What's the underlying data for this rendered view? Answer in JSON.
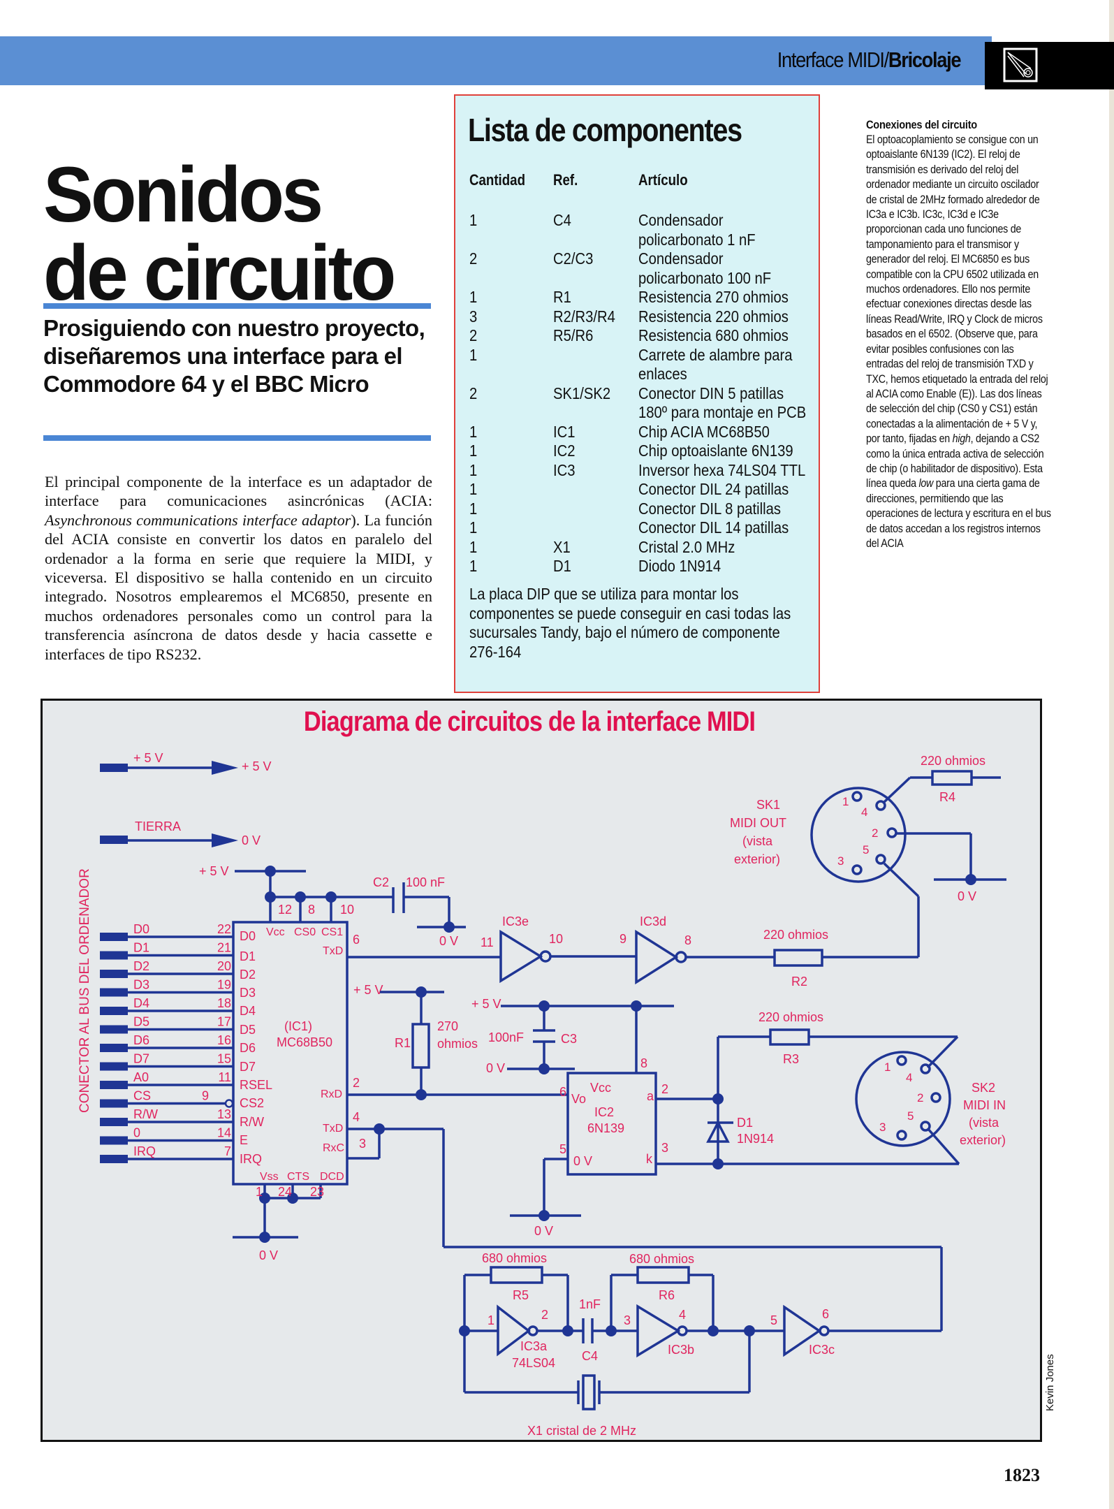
{
  "header": {
    "section": "Interface MIDI/",
    "category": "Bricolaje",
    "section_icon": "scissors-icon"
  },
  "article": {
    "title_line1": "Sonidos",
    "title_line2": "de circuito",
    "standfirst": "Prosiguiendo con nuestro proyecto, diseñaremos una interface para el Commodore 64 y el BBC Micro",
    "body_p1_a": "El principal componente de la interface es un adaptador de interface para comunicaciones asincrónicas (ACIA: ",
    "body_p1_italic": "Asynchronous communications interface adaptor",
    "body_p1_b": "). La función del ACIA consiste en convertir los datos en paralelo del ordenador a la forma en serie que requiere la MIDI, y viceversa. El dispositivo se halla contenido en un circuito integrado. Nosotros emplearemos el MC6850, presente en muchos ordenadores personales como un control para la transferencia asíncrona de datos desde y hacia cassette e interfaces de tipo RS232."
  },
  "components": {
    "title": "Lista de componentes",
    "headers": {
      "qty": "Cantidad",
      "ref": "Ref.",
      "item": "Artículo"
    },
    "rows": [
      {
        "qty": "1",
        "ref": "C4",
        "item": "Condensador",
        "item2": "policarbonato 1 nF"
      },
      {
        "qty": "2",
        "ref": "C2/C3",
        "item": "Condensador",
        "item2": "policarbonato 100 nF"
      },
      {
        "qty": "1",
        "ref": "R1",
        "item": "Resistencia 270 ohmios"
      },
      {
        "qty": "3",
        "ref": "R2/R3/R4",
        "item": "Resistencia 220 ohmios"
      },
      {
        "qty": "2",
        "ref": "R5/R6",
        "item": "Resistencia 680 ohmios"
      },
      {
        "qty": "1",
        "ref": "",
        "item": "Carrete de alambre para",
        "item2": "enlaces"
      },
      {
        "qty": "2",
        "ref": "SK1/SK2",
        "item": "Conector DIN 5 patillas",
        "item2": "180º para montaje en PCB"
      },
      {
        "qty": "1",
        "ref": "IC1",
        "item": "Chip ACIA MC68B50"
      },
      {
        "qty": "1",
        "ref": "IC2",
        "item": "Chip optoaislante 6N139"
      },
      {
        "qty": "1",
        "ref": "IC3",
        "item": "Inversor hexa 74LS04 TTL"
      },
      {
        "qty": "1",
        "ref": "",
        "item": "Conector DIL 24 patillas"
      },
      {
        "qty": "1",
        "ref": "",
        "item": "Conector DIL 8 patillas"
      },
      {
        "qty": "1",
        "ref": "",
        "item": "Conector DIL 14 patillas"
      },
      {
        "qty": "1",
        "ref": "X1",
        "item": "Cristal 2.0 MHz"
      },
      {
        "qty": "1",
        "ref": "D1",
        "item": "Diodo 1N914"
      }
    ],
    "note": "La placa DIP que se utiliza para montar los componentes se puede conseguir en casi todas las sucursales Tandy, bajo el número de componente 276-164"
  },
  "sidebar": {
    "title": "Conexiones del circuito",
    "text_a": "El optoacoplamiento se consigue con un optoaislante 6N139 (IC2). El reloj de transmisión es derivado del reloj del ordenador mediante un circuito oscilador de cristal de 2MHz formado alrededor de IC3a e IC3b. IC3c, IC3d e IC3e proporcionan cada uno funciones de tamponamiento para el transmisor y generador del reloj. El MC6850 es bus compatible con la CPU 6502 utilizada en muchos ordenadores. Ello nos permite efectuar conexiones directas desde las líneas Read/Write, IRQ y Clock de micros basados en el 6502. (Observe que, para evitar posibles confusiones con las entradas del reloj de transmisión TXD y TXC, hemos etiquetado la entrada del reloj al ACIA como Enable (E)). Las dos líneas de selección del chip (CS0 y CS1) están conectadas a la alimentación de + 5 V y, por tanto, fijadas en ",
    "text_italic1": "high",
    "text_b": ", dejando a CS2 como la única entrada activa de selección de chip (o habilitador de dispositivo). Esta línea queda ",
    "text_italic2": "low",
    "text_c": " para una cierta gama de direcciones, permitiendo que las operaciones de lectura y escritura en el bus de datos accedan a los registros internos del ACIA"
  },
  "diagram": {
    "title": "Diagrama de circuitos de la interface MIDI",
    "connector_label": "CONECTOR AL BUS DEL ORDENADOR",
    "power": {
      "plus5_in": "+ 5 V",
      "plus5_out": "+ 5 V",
      "ground_in": "TIERRA",
      "ground_out": "0 V",
      "plus5": "+ 5 V",
      "zero": "0 V"
    },
    "bus_signals": [
      "D0",
      "D1",
      "D2",
      "D3",
      "D4",
      "D5",
      "D6",
      "D7",
      "A0",
      "CS",
      "R/W",
      "0",
      "IRQ"
    ],
    "ic1": {
      "name": "(IC1)",
      "part": "MC68B50",
      "left_pins": [
        {
          "num": "22",
          "name": "D0"
        },
        {
          "num": "21",
          "name": "D1"
        },
        {
          "num": "20",
          "name": "D2"
        },
        {
          "num": "19",
          "name": "D3"
        },
        {
          "num": "18",
          "name": "D4"
        },
        {
          "num": "17",
          "name": "D5"
        },
        {
          "num": "16",
          "name": "D6"
        },
        {
          "num": "15",
          "name": "D7"
        },
        {
          "num": "11",
          "name": "RSEL"
        },
        {
          "num": "9",
          "name": "CS2"
        },
        {
          "num": "13",
          "name": "R/W"
        },
        {
          "num": "14",
          "name": "E"
        },
        {
          "num": "7",
          "name": "IRQ"
        }
      ],
      "top_pins": [
        {
          "num": "12",
          "name": "Vcc"
        },
        {
          "num": "8",
          "name": "CS0"
        },
        {
          "num": "10",
          "name": "CS1"
        }
      ],
      "right_pins": [
        {
          "num": "6",
          "name": "TxD"
        },
        {
          "num": "2",
          "name": "RxD"
        },
        {
          "num": "4",
          "name": "TxD"
        },
        {
          "num": "3",
          "name": "RxC"
        }
      ],
      "bottom_pins": [
        {
          "num": "1",
          "name": "Vss"
        },
        {
          "num": "24",
          "name": "CTS"
        },
        {
          "num": "23",
          "name": "DCD"
        }
      ]
    },
    "c2": {
      "ref": "C2",
      "value": "100 nF"
    },
    "c3": {
      "ref": "C3",
      "value": "100nF"
    },
    "c4": {
      "ref": "C4",
      "value": "1nF"
    },
    "r1": {
      "ref": "R1",
      "value1": "270",
      "value2": "ohmios"
    },
    "r2": {
      "ref": "R2",
      "value": "220 ohmios"
    },
    "r3": {
      "ref": "R3",
      "value": "220 ohmios"
    },
    "r4": {
      "ref": "R4",
      "value": "220 ohmios"
    },
    "r5": {
      "ref": "R5",
      "value": "680 ohmios"
    },
    "r6": {
      "ref": "R6",
      "value": "680 ohmios"
    },
    "ic2": {
      "ref": "IC2",
      "part": "6N139",
      "vcc": "Vcc",
      "vo": "Vo",
      "gnd": "0 V",
      "a": "a",
      "k": "k",
      "pin8": "8",
      "pin6": "6",
      "pin5": "5",
      "pin2": "2",
      "pin3": "3"
    },
    "d1": {
      "ref": "D1",
      "part": "1N914"
    },
    "gates": {
      "ic3e": {
        "ref": "IC3e",
        "in": "11",
        "out": "10"
      },
      "ic3d": {
        "ref": "IC3d",
        "in": "9",
        "out": "8"
      },
      "ic3a": {
        "ref": "IC3a",
        "part": "74LS04",
        "in": "1",
        "out": "2"
      },
      "ic3b": {
        "ref": "IC3b",
        "in": "3",
        "out": "4"
      },
      "ic3c": {
        "ref": "IC3c",
        "in": "5",
        "out": "6"
      }
    },
    "sk1": {
      "ref": "SK1",
      "label": "MIDI OUT",
      "view1": "(vista",
      "view2": "exterior)",
      "pins": [
        "1",
        "4",
        "2",
        "5",
        "3"
      ]
    },
    "sk2": {
      "ref": "SK2",
      "label": "MIDI IN",
      "view1": "(vista",
      "view2": "exterior)",
      "pins": [
        "1",
        "4",
        "2",
        "5",
        "3"
      ]
    },
    "x1": {
      "label": "X1 cristal de 2 MHz"
    }
  },
  "footer": {
    "credit": "Kevin Jones",
    "page_number": "1823"
  },
  "colors": {
    "wire": "#1f3594",
    "label": "#e0245e",
    "title": "#e0104f",
    "band": "#5b8fd3",
    "box_bg": "#d8f3f6",
    "box_border": "#e0413b"
  }
}
